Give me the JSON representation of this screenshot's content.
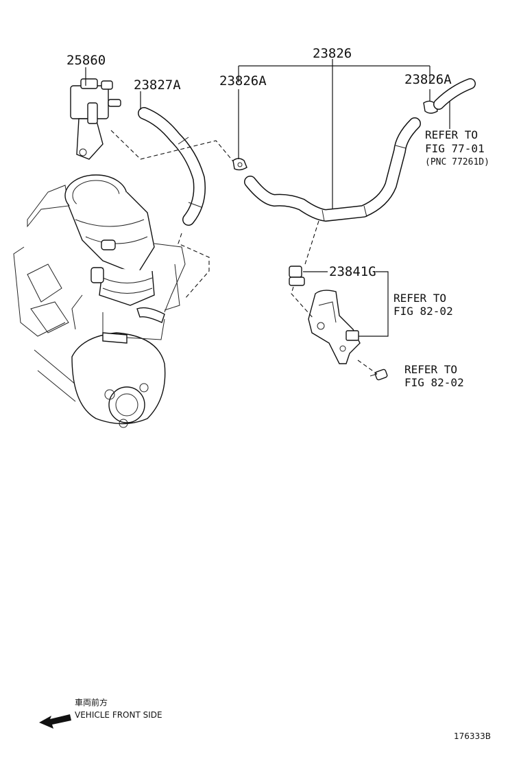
{
  "parts": {
    "p25860": "25860",
    "p23827a": "23827A",
    "p23826": "23826",
    "p23826a_left": "23826A",
    "p23826a_right": "23826A",
    "p23841g": "23841G"
  },
  "references": {
    "ref_77_01": {
      "line1": "REFER TO",
      "line2": "FIG 77-01",
      "line3": "(PNC 77261D)"
    },
    "ref_82_02_a": {
      "line1": "REFER TO",
      "line2": "FIG 82-02"
    },
    "ref_82_02_b": {
      "line1": "REFER TO",
      "line2": "FIG 82-02"
    }
  },
  "footer": {
    "japanese": "車両前方",
    "direction": "VEHICLE FRONT SIDE",
    "figure_code": "176333B"
  }
}
